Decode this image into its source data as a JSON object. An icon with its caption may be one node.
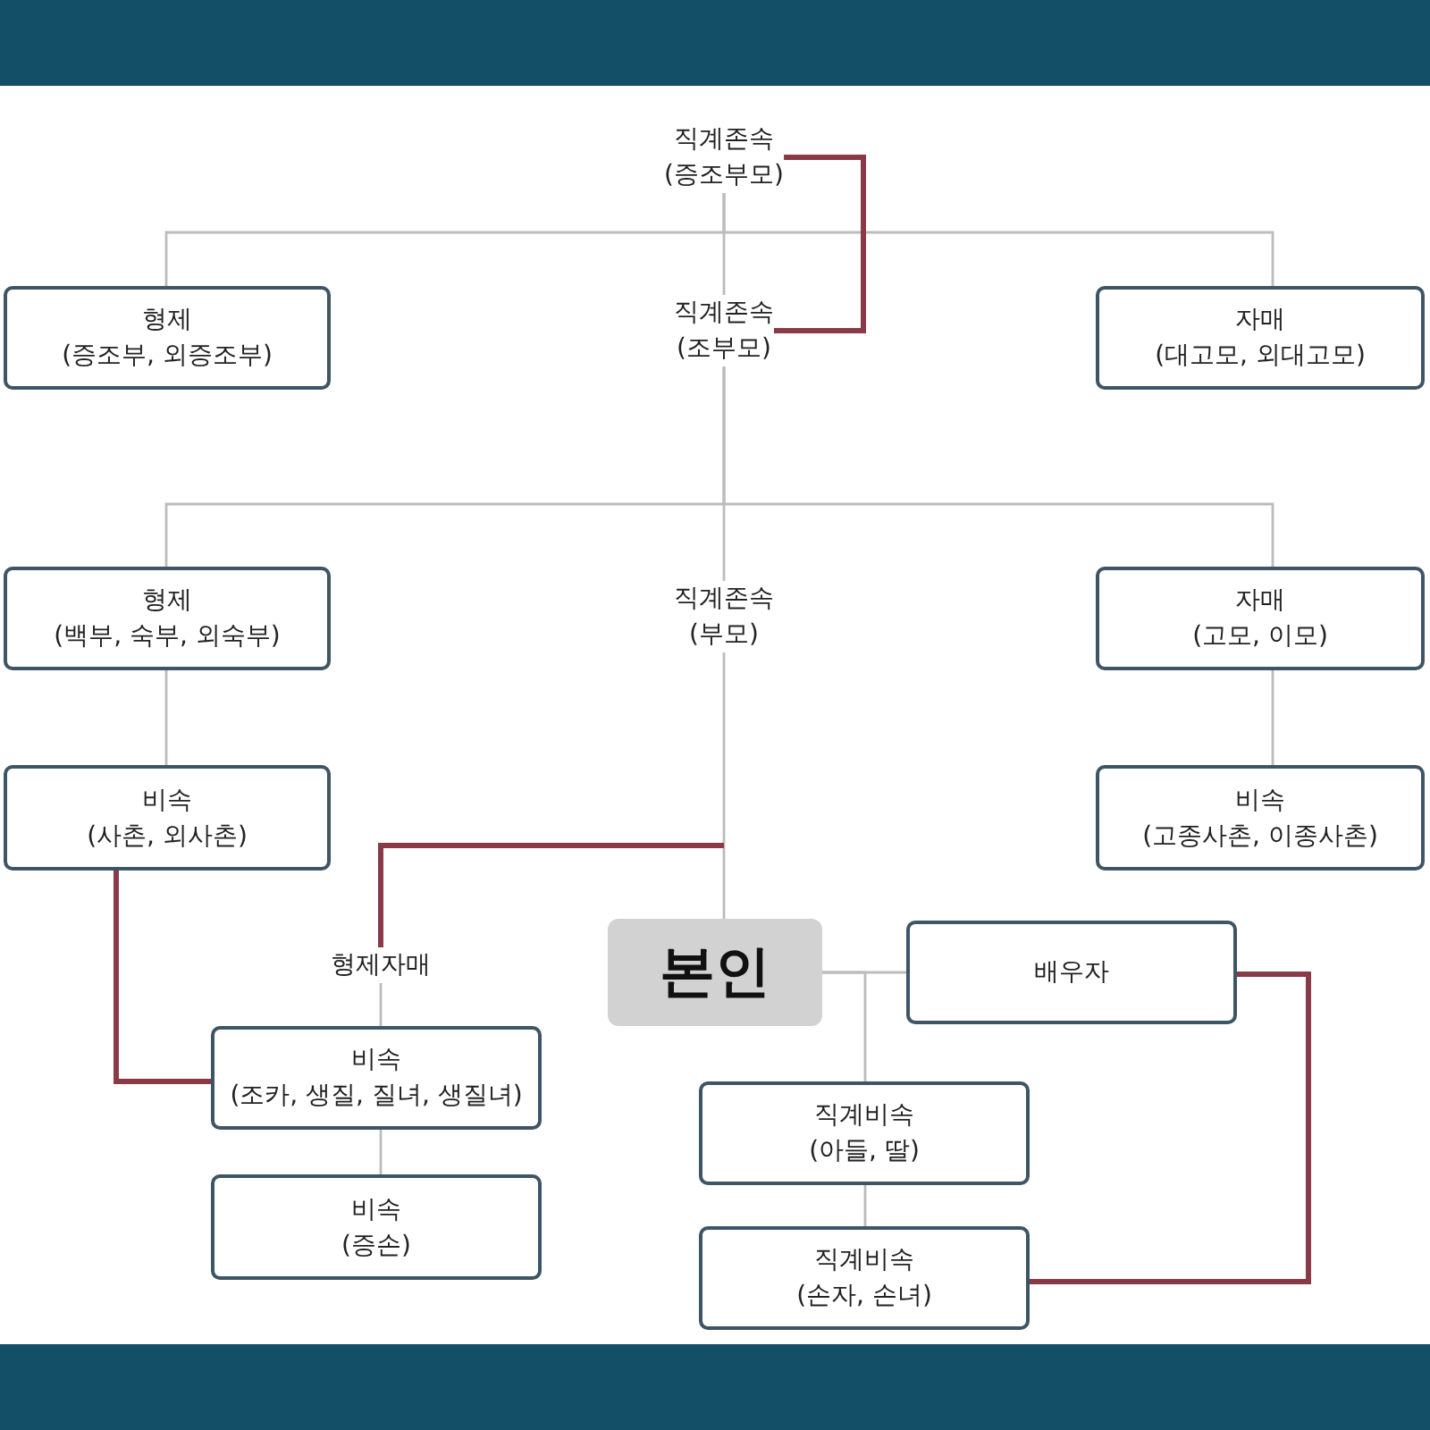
{
  "diagram": {
    "nodes": [
      {
        "text": [
          "직계존속",
          "(증조부모)"
        ]
      },
      {
        "text": [
          "형제",
          "(증조부, 외증조부)"
        ]
      },
      {
        "text": [
          "직계존속",
          "(조부모)"
        ]
      },
      {
        "text": [
          "자매",
          "(대고모, 외대고모)"
        ]
      },
      {
        "text": [
          "형제",
          "(백부, 숙부, 외숙부)"
        ]
      },
      {
        "text": [
          "직계존속",
          "(부모)"
        ]
      },
      {
        "text": [
          "자매",
          "(고모, 이모)"
        ]
      },
      {
        "text": [
          "비속",
          "(사촌, 외사촌)"
        ]
      },
      {
        "text": [
          "비속",
          "(고종사촌, 이종사촌)"
        ]
      },
      {
        "text": [
          "형제자매"
        ]
      },
      {
        "text": [
          "본인"
        ]
      },
      {
        "text": [
          "배우자"
        ]
      },
      {
        "text": [
          "비속",
          "(조카, 생질, 질녀, 생질녀)"
        ]
      },
      {
        "text": [
          "직계비속",
          "(아들, 딸)"
        ]
      },
      {
        "text": [
          "비속",
          "(증손)"
        ]
      },
      {
        "text": [
          "직계비속",
          "(손자, 손녀)"
        ]
      }
    ],
    "edges": [
      {
        "from": 0,
        "to": 1,
        "arrow": "none"
      },
      {
        "from": 0,
        "to": 2,
        "arrow": "none"
      },
      {
        "from": 0,
        "to": 3,
        "arrow": "none"
      },
      {
        "from": 0,
        "to": 2,
        "arrow": "none",
        "style": "thick",
        "color": "#8a3a46"
      },
      {
        "from": 2,
        "to": 4,
        "arrow": "none"
      },
      {
        "from": 2,
        "to": 5,
        "arrow": "none"
      },
      {
        "from": 2,
        "to": 6,
        "arrow": "none"
      },
      {
        "from": 4,
        "to": 7,
        "arrow": "none"
      },
      {
        "from": 6,
        "to": 8,
        "arrow": "none"
      },
      {
        "from": 5,
        "to": 10,
        "arrow": "none"
      },
      {
        "from": 5,
        "to": 9,
        "arrow": "none",
        "style": "thick",
        "color": "#8a3a46"
      },
      {
        "from": 7,
        "to": 12,
        "arrow": "none",
        "style": "thick",
        "color": "#8a3a46"
      },
      {
        "from": 9,
        "to": 12,
        "arrow": "none"
      },
      {
        "from": 12,
        "to": 14,
        "arrow": "none"
      },
      {
        "from": 10,
        "to": 11,
        "arrow": "none"
      },
      {
        "from": 10,
        "to": 13,
        "arrow": "none"
      },
      {
        "from": 13,
        "to": 15,
        "arrow": "none"
      },
      {
        "from": 11,
        "to": 15,
        "arrow": "none",
        "style": "thick",
        "color": "#8a3a46"
      }
    ]
  }
}
